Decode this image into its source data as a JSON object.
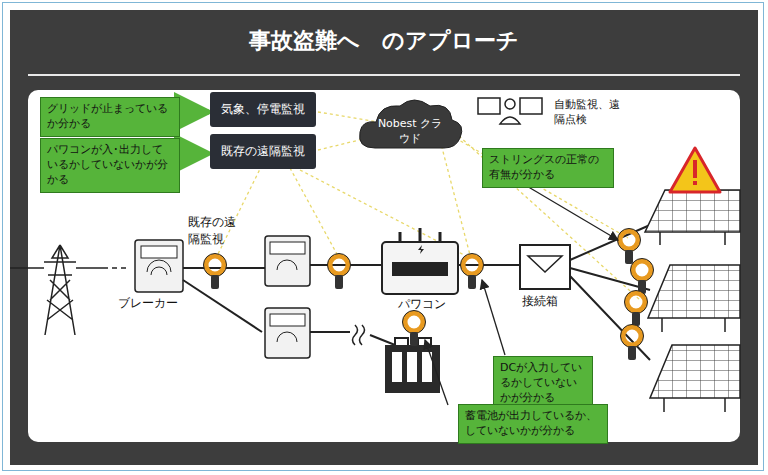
{
  "diagram": {
    "title": "事故盗難へ　のアプローチ",
    "nodes": [
      {
        "text": [
          "グリッドが止まっているか分かる"
        ]
      },
      {
        "text": [
          "気象、停電監視"
        ]
      },
      {
        "text": [
          "パワコンが入･出力しているかしていないかが分かる"
        ]
      },
      {
        "text": [
          "既存の遠隔監視"
        ]
      },
      {
        "text": [
          "Nobest クラウド"
        ]
      },
      {
        "text": [
          "ストリングスの正常の有無が分かる"
        ]
      },
      {
        "text": [
          "DCが入力しているかしていないかが分かる"
        ]
      },
      {
        "text": [
          "蓄電池が出力しているか、していないかが分かる"
        ]
      }
    ],
    "edges": [
      {
        "from": 0,
        "to": 1,
        "arrow": "to"
      },
      {
        "from": 2,
        "to": 3,
        "arrow": "to"
      }
    ],
    "labels": [
      "自動監視、遠隔点検",
      "既存の遠隔監視",
      "ブレーカー",
      "パワコン",
      "接続箱"
    ]
  }
}
